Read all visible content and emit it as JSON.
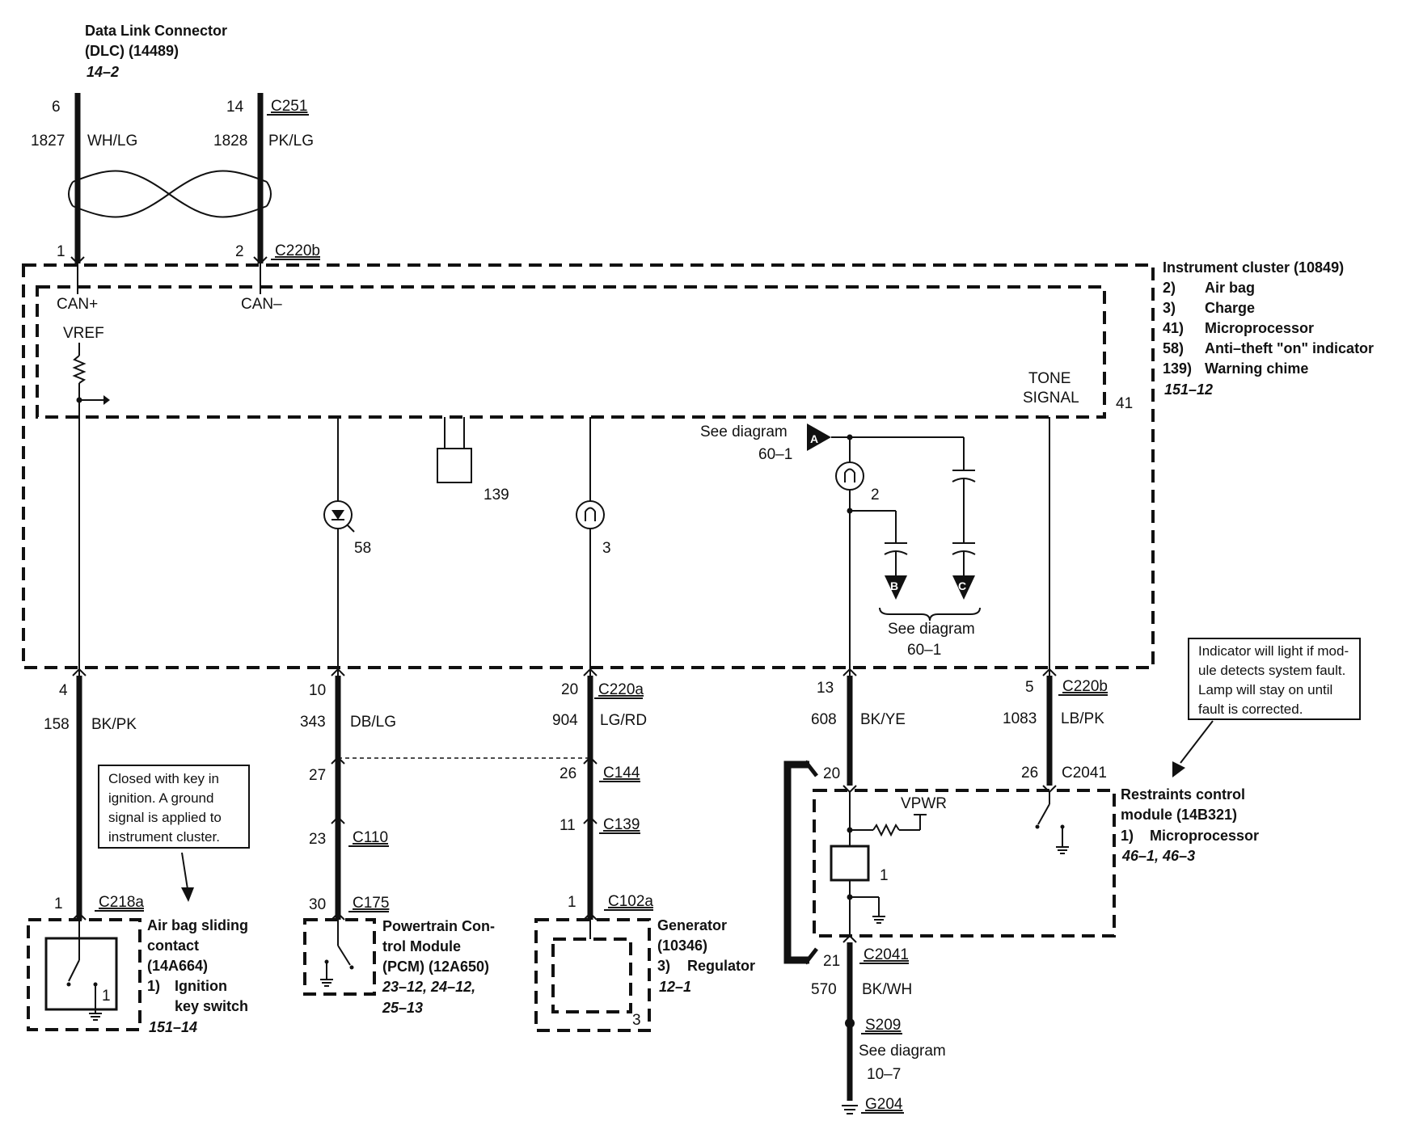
{
  "dlc": {
    "title_line1": "Data Link Connector",
    "title_line2": "(DLC) (14489)",
    "page_ref": "14–2",
    "pin_a": "6",
    "pin_b": "14",
    "connector": "C251",
    "wire_a_circuit": "1827",
    "wire_a_color": "WH/LG",
    "wire_b_circuit": "1828",
    "wire_b_color": "PK/LG"
  },
  "c220b_top": {
    "pin_a": "1",
    "pin_b": "2",
    "connector": "C220b",
    "can_plus": "CAN+",
    "can_minus": "CAN–"
  },
  "cluster": {
    "title": "Instrument cluster (10849)",
    "items": [
      {
        "num": "2)",
        "label": "Air bag"
      },
      {
        "num": "3)",
        "label": "Charge"
      },
      {
        "num": "41)",
        "label": "Microprocessor"
      },
      {
        "num": "58)",
        "label": "Anti–theft \"on\" indicator"
      },
      {
        "num": "139)",
        "label": "Warning chime"
      }
    ],
    "page_ref": "151–12",
    "vref": "VREF",
    "tone_line1": "TONE",
    "tone_line2": "SIGNAL",
    "micro_ref": "41",
    "chime_ref": "139",
    "antitheft_ref": "58",
    "charge_ref": "3",
    "airbag_ref": "2",
    "see_diagram_a": "See diagram",
    "see_diagram_a_ref": "60–1",
    "see_diagram_bc": "See diagram",
    "see_diagram_bc_ref": "60–1",
    "node_a": "A",
    "node_b": "B",
    "node_c": "C"
  },
  "lower_wires": [
    {
      "pin": "4",
      "circuit": "158",
      "color": "BK/PK"
    },
    {
      "pin": "10",
      "circuit": "343",
      "color": "DB/LG"
    },
    {
      "pin": "20",
      "circuit": "904",
      "color": "LG/RD",
      "connector": "C220a"
    },
    {
      "pin": "13",
      "circuit": "608",
      "color": "BK/YE"
    },
    {
      "pin": "5",
      "circuit": "1083",
      "color": "LB/PK",
      "connector": "C220b"
    }
  ],
  "connectors": {
    "c144_pin_a": "27",
    "c144_pin_b": "26",
    "c144": "C144",
    "c110_pin": "23",
    "c110": "C110",
    "c139_pin": "11",
    "c139": "C139",
    "c175_pin": "30",
    "c175": "C175",
    "c102a_pin": "1",
    "c102a": "C102a",
    "c218a_pin": "1",
    "c218a": "C218a",
    "c2041_pin_a": "20",
    "c2041_pin_b": "26",
    "c2041": "C2041",
    "c2041_low_pin": "21",
    "c2041_low": "C2041"
  },
  "notes": {
    "airbag_note": [
      "Closed with key in",
      "ignition. A ground",
      "signal is applied to",
      "instrument cluster."
    ],
    "indicator_note": [
      "Indicator will light if mod-",
      "ule detects system fault.",
      "Lamp will stay on until",
      "fault is corrected."
    ]
  },
  "airbag_contact": {
    "line1": "Air bag sliding",
    "line2": "contact",
    "line3": "(14A664)",
    "item_num": "1)",
    "item_line1": "Ignition",
    "item_line2": "key switch",
    "page_ref": "151–14",
    "switch_ref": "1"
  },
  "pcm": {
    "line1": "Powertrain Con-",
    "line2": "trol Module",
    "line3": "(PCM) (12A650)",
    "ref_line1": "23–12, 24–12,",
    "ref_line2": "25–13"
  },
  "generator": {
    "line1": "Generator",
    "line2": "(10346)",
    "item_num": "3)",
    "item_label": "Regulator",
    "page_ref": "12–1",
    "reg_ref": "3"
  },
  "rcm": {
    "line1": "Restraints control",
    "line2": "module (14B321)",
    "item_num": "1)",
    "item_label": "Microprocessor",
    "page_ref": "46–1, 46–3",
    "vpwr": "VPWR",
    "micro_ref": "1"
  },
  "ground": {
    "circuit": "570",
    "color": "BK/WH",
    "splice": "S209",
    "see_diagram": "See diagram",
    "see_ref": "10–7",
    "ground": "G204"
  }
}
